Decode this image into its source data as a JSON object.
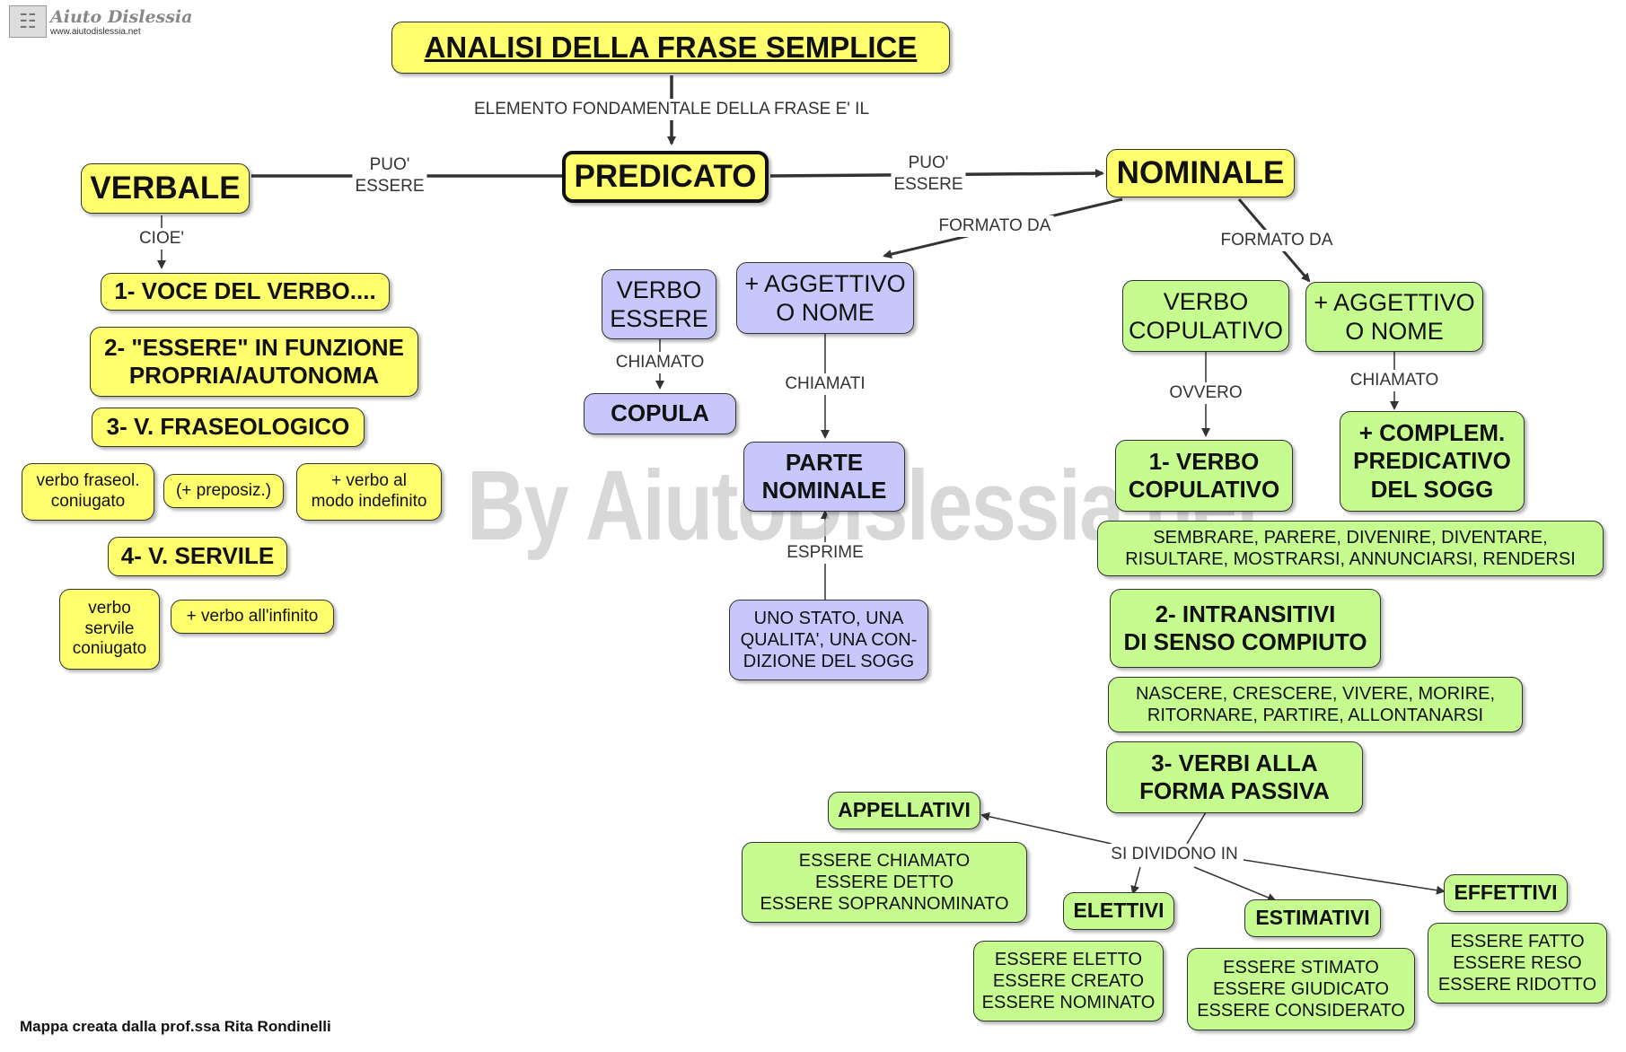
{
  "header": {
    "logo_text": "Aiuto Dislessia",
    "logo_url": "www.aiutodislessia.net",
    "book_icon": "book-icon"
  },
  "watermark": "By AiutoDislessia.net",
  "credit": "Mappa creata dalla prof.ssa Rita Rondinelli",
  "nodes": {
    "title": "ANALISI DELLA FRASE SEMPLICE",
    "predicato": "PREDICATO",
    "verbale": "VERBALE",
    "nominale": "NOMINALE",
    "v1": "1- VOCE DEL VERBO....",
    "v2": "2- \"ESSERE\" IN FUNZIONE\nPROPRIA/AUTONOMA",
    "v3": "3- V. FRASEOLOGICO",
    "v3a": "verbo fraseol.\nconiugato",
    "v3b": "(+ preposiz.)",
    "v3c": "+ verbo al\nmodo indefinito",
    "v4": "4- V. SERVILE",
    "v4a": "verbo\nservile\nconiugato",
    "v4b": "+ verbo all'infinito",
    "verbo_essere": "VERBO\nESSERE",
    "copula": "COPULA",
    "agg_nome_1": "+ AGGETTIVO\nO NOME",
    "parte_nominale": "PARTE\nNOMINALE",
    "uno_stato": "UNO STATO, UNA\nQUALITA', UNA CON-\nDIZIONE DEL SOGG",
    "verbo_copulativo": "VERBO\nCOPULATIVO",
    "agg_nome_2": "+ AGGETTIVO\nO NOME",
    "compl_pred": "+ COMPLEM.\nPREDICATIVO\nDEL SOGG",
    "c1": "1- VERBO\nCOPULATIVO",
    "c1_list": "SEMBRARE, PARERE, DIVENIRE, DIVENTARE,\nRISULTARE, MOSTRARSI, ANNUNCIARSI, RENDERSI",
    "c2": "2- INTRANSITIVI\nDI SENSO COMPIUTO",
    "c2_list": "NASCERE, CRESCERE, VIVERE, MORIRE,\nRITORNARE, PARTIRE, ALLONTANARSI",
    "c3": "3- VERBI ALLA\nFORMA PASSIVA",
    "appellativi": "APPELLATIVI",
    "appellativi_list": "ESSERE CHIAMATO\nESSERE DETTO\nESSERE SOPRANNOMINATO",
    "elettivi": "ELETTIVI",
    "elettivi_list": "ESSERE ELETTO\nESSERE CREATO\nESSERE NOMINATO",
    "estimativi": "ESTIMATIVI",
    "estimativi_list": "ESSERE STIMATO\nESSERE GIUDICATO\nESSERE CONSIDERATO",
    "effettivi": "EFFETTIVI",
    "effettivi_list": "ESSERE FATTO\nESSERE RESO\nESSERE RIDOTTO"
  },
  "labels": {
    "elemento": "ELEMENTO FONDAMENTALE DELLA FRASE E' IL",
    "puo_essere_1": "PUO'\nESSERE",
    "puo_essere_2": "PUO'\nESSERE",
    "cioe": "CIOE'",
    "formato_da_1": "FORMATO DA",
    "formato_da_2": "FORMATO DA",
    "chiamato_1": "CHIAMATO",
    "chiamati": "CHIAMATI",
    "esprime": "ESPRIME",
    "ovvero": "OVVERO",
    "chiamato_2": "CHIAMATO",
    "si_dividono_in": "SI DIVIDONO IN"
  },
  "colors": {
    "yellow": "#ffff6e",
    "purple": "#c7c7fb",
    "green": "#c6fb8f",
    "line": "#333333"
  }
}
